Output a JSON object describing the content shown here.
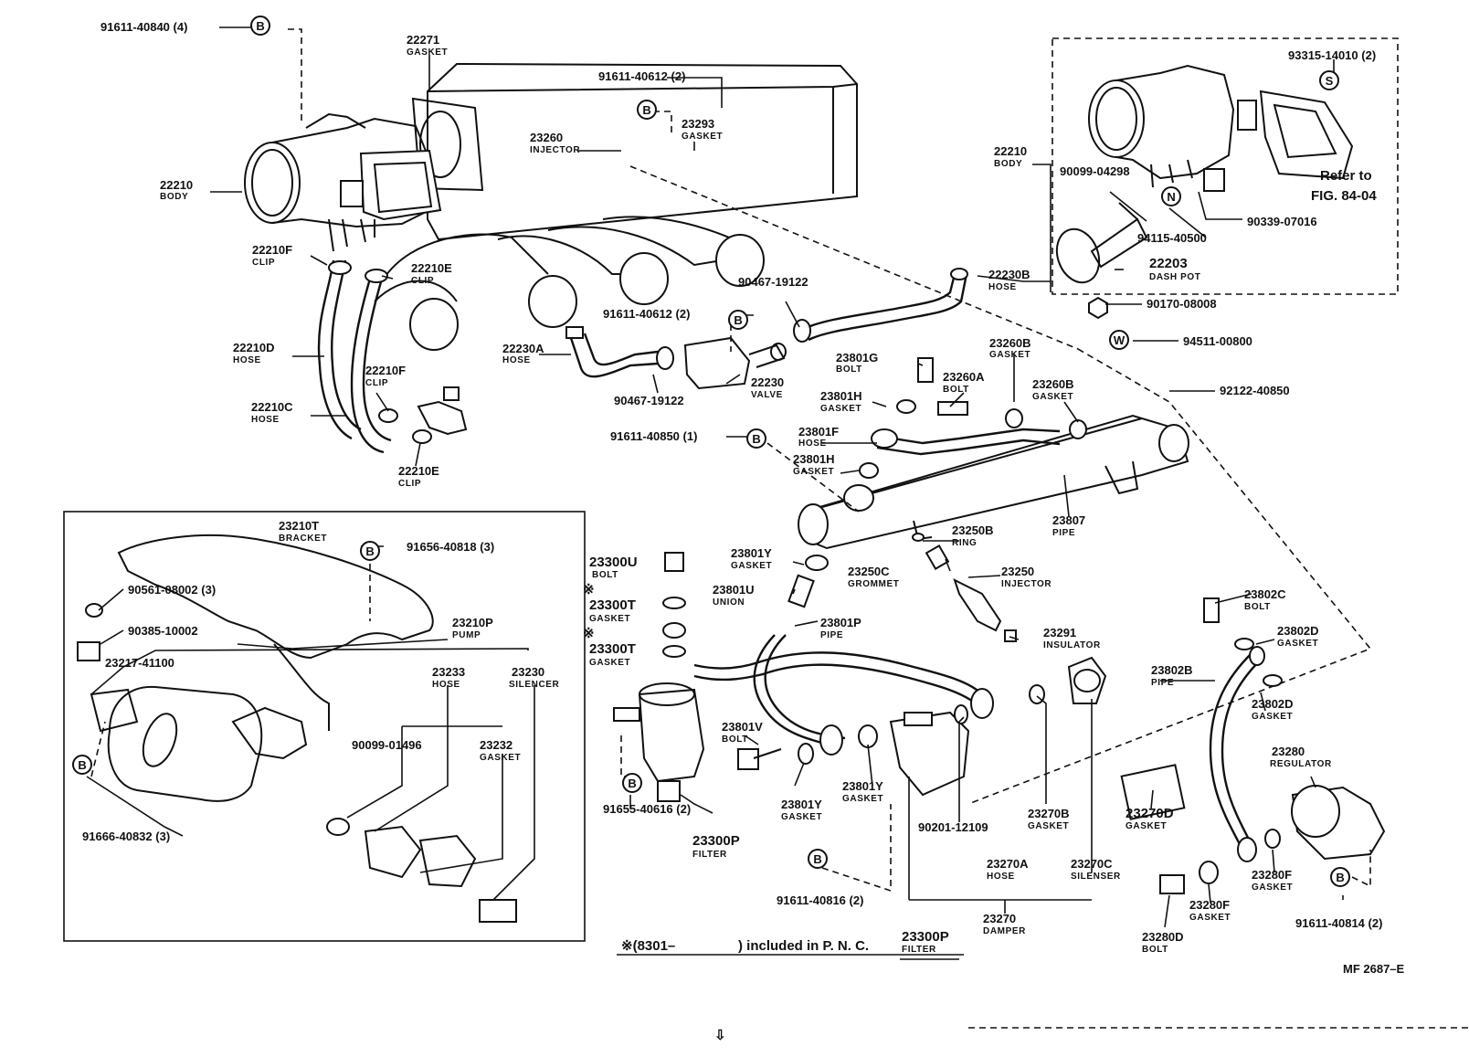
{
  "parts": [
    {
      "id": "91611-40840",
      "qty": "(4)",
      "name": ""
    },
    {
      "id": "22271",
      "name": "GASKET"
    },
    {
      "id": "91611-40612",
      "qty": "(2)",
      "name": ""
    },
    {
      "id": "23260",
      "name": "INJECTOR"
    },
    {
      "id": "23293",
      "name": "GASKET"
    },
    {
      "id": "22210",
      "name": "BODY"
    },
    {
      "id": "22210F",
      "name": "CLIP"
    },
    {
      "id": "22210E",
      "name": "CLIP"
    },
    {
      "id": "22210D",
      "name": "HOSE"
    },
    {
      "id": "22210F",
      "name": "CLIP"
    },
    {
      "id": "22210C",
      "name": "HOSE"
    },
    {
      "id": "22210E",
      "name": "CLIP"
    },
    {
      "id": "91611-40612",
      "qty": "(2)",
      "name": ""
    },
    {
      "id": "22230A",
      "name": "HOSE"
    },
    {
      "id": "90467-19122",
      "name": ""
    },
    {
      "id": "22230",
      "name": "VALVE"
    },
    {
      "id": "90467-19122",
      "name": ""
    },
    {
      "id": "22230B",
      "name": "HOSE"
    },
    {
      "id": "93315-14010",
      "qty": "(2)",
      "name": ""
    },
    {
      "id": "22210",
      "name": "BODY"
    },
    {
      "id": "90099-04298",
      "name": ""
    },
    {
      "id": "94115-40500",
      "name": ""
    },
    {
      "id": "90339-07016",
      "name": ""
    },
    {
      "id": "22203",
      "name": "DASH POT"
    },
    {
      "id": "90170-08008",
      "name": ""
    },
    {
      "id": "94511-00800",
      "name": ""
    },
    {
      "id": "23801G",
      "name": "BOLT"
    },
    {
      "id": "23260A",
      "name": "BOLT"
    },
    {
      "id": "23260B",
      "name": "GASKET"
    },
    {
      "id": "23260B",
      "name": "GASKET"
    },
    {
      "id": "23801H",
      "name": "GASKET"
    },
    {
      "id": "92122-40850",
      "name": ""
    },
    {
      "id": "91611-40850",
      "qty": "(1)",
      "name": ""
    },
    {
      "id": "23801F",
      "name": "HOSE"
    },
    {
      "id": "23801H",
      "name": "GASKET"
    },
    {
      "id": "23807",
      "name": "PIPE"
    },
    {
      "id": "23250B",
      "name": "RING"
    },
    {
      "id": "23250C",
      "name": "GROMMET"
    },
    {
      "id": "23250",
      "name": "INJECTOR"
    },
    {
      "id": "23801Y",
      "name": "GASKET"
    },
    {
      "id": "23801U",
      "name": "UNION"
    },
    {
      "id": "23801P",
      "name": "PIPE"
    },
    {
      "id": "23291",
      "name": "INSULATOR"
    },
    {
      "id": "23300U",
      "name": "BOLT"
    },
    {
      "id": "23300T",
      "name": "GASKET"
    },
    {
      "id": "23300T",
      "name": "GASKET"
    },
    {
      "id": "23802C",
      "name": "BOLT"
    },
    {
      "id": "23802D",
      "name": "GASKET"
    },
    {
      "id": "23802B",
      "name": "PIPE"
    },
    {
      "id": "23802D",
      "name": "GASKET"
    },
    {
      "id": "23210T",
      "name": "BRACKET"
    },
    {
      "id": "91656-40818",
      "qty": "(3)",
      "name": ""
    },
    {
      "id": "90561-08002",
      "qty": "(3)",
      "name": ""
    },
    {
      "id": "90385-10002",
      "name": ""
    },
    {
      "id": "23210P",
      "name": "PUMP"
    },
    {
      "id": "23217-41100",
      "name": ""
    },
    {
      "id": "23233",
      "name": "HOSE"
    },
    {
      "id": "23230",
      "name": "SILENCER"
    },
    {
      "id": "90099-01496",
      "name": ""
    },
    {
      "id": "23232",
      "name": "GASKET"
    },
    {
      "id": "91666-40832",
      "qty": "(3)",
      "name": ""
    },
    {
      "id": "23801V",
      "name": "BOLT"
    },
    {
      "id": "23801Y",
      "name": "GASKET"
    },
    {
      "id": "23801Y",
      "name": "GASKET"
    },
    {
      "id": "91655-40616",
      "qty": "(2)",
      "name": ""
    },
    {
      "id": "23300P",
      "name": "FILTER"
    },
    {
      "id": "90201-12109",
      "name": ""
    },
    {
      "id": "23270B",
      "name": "GASKET"
    },
    {
      "id": "23270D",
      "name": "GASKET"
    },
    {
      "id": "23280",
      "name": "REGULATOR"
    },
    {
      "id": "23270A",
      "name": "HOSE"
    },
    {
      "id": "23270C",
      "name": "SILENSER"
    },
    {
      "id": "23280F",
      "name": "GASKET"
    },
    {
      "id": "91611-40816",
      "qty": "(2)",
      "name": ""
    },
    {
      "id": "23280F",
      "name": "GASKET"
    },
    {
      "id": "91611-40814",
      "qty": "(2)",
      "name": ""
    },
    {
      "id": "23270",
      "name": "DAMPER"
    },
    {
      "id": "23280D",
      "name": "BOLT"
    }
  ],
  "callouts": [
    {
      "letter": "B"
    },
    {
      "letter": "B"
    },
    {
      "letter": "B"
    },
    {
      "letter": "B"
    },
    {
      "letter": "B"
    },
    {
      "letter": "B"
    },
    {
      "letter": "B"
    },
    {
      "letter": "B"
    },
    {
      "letter": "B"
    },
    {
      "letter": "S"
    },
    {
      "letter": "N"
    },
    {
      "letter": "W"
    }
  ],
  "notes": {
    "refer_line1": "Refer to",
    "refer_line2": "FIG. 84-04",
    "asterisk": "※",
    "footnote_prefix": "※(8301–",
    "footnote_mid": ") included in P. N. C.",
    "footnote_part": "23300P",
    "footnote_part_name": "FILTER",
    "figure_code": "MF 2687–E",
    "continue_arrow": "⇩"
  }
}
